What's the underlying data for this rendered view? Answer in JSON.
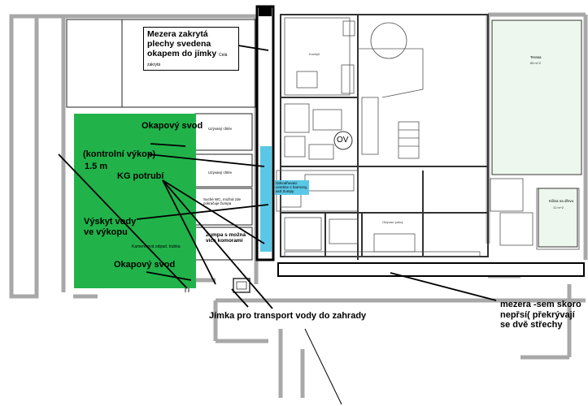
{
  "labels": {
    "gap_gutter": "Mezera zakrytá plechy svedena okapem do jímky",
    "whole_covered": "Celá zakrytá",
    "downspout_top": "Okapový svod",
    "control_pit": "(kontrolní výkop)",
    "depth": "1.5 m",
    "kg_pipe": "KG potrubí",
    "water_in_pit": "Výskyt vody ve výkopu",
    "gravel_drain": "Kamenivová odpad. trubka",
    "downspout_bottom": "Okapový svod",
    "sump_transport": "Jímka pro transport vody do zahrady",
    "roof_gap": "mezera -sem skoro nepřsí( překrývají se dvě střechy",
    "ov": "OV"
  },
  "rooms": {
    "uncovered_1": "Uzývaný chlév",
    "uncovered_2": "Uzývaný chlév",
    "drain_channel": "Odvodňovací ceretine s harmony, asd Zumpy",
    "dry_wc": "Suché WC, možná zde pokračuje žumpa",
    "septic": "Žumpa s možná více komorami",
    "terrace": "Terasa",
    "terrace_area": "65 m^2",
    "garden_room": "Kůlna na dřevo",
    "garden_room_area": "12 m^2",
    "living": "Obývací pokoj",
    "kitchen": "Kuchyň"
  },
  "colors": {
    "green": "#21b34a",
    "water": "#5bc7e6",
    "wall": "#a8a8a8",
    "terrace": "#eef7ee"
  }
}
